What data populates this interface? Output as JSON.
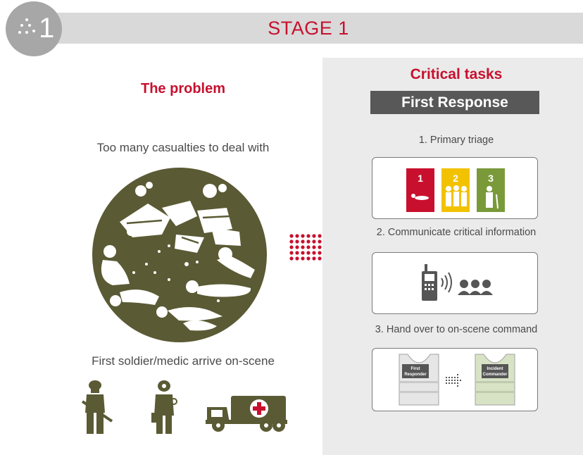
{
  "header": {
    "stage_number": "1",
    "stage_title": "STAGE 1"
  },
  "problem": {
    "title": "The problem",
    "description": "Too many casualties to deal with",
    "arrival_text": "First soldier/medic arrive on-scene"
  },
  "tasks": {
    "title": "Critical tasks",
    "banner": "First Response",
    "steps": [
      {
        "label": "1. Primary triage"
      },
      {
        "label": "2. Communicate critical information"
      },
      {
        "label": "3. Hand over to on-scene command"
      }
    ],
    "triage_cards": [
      {
        "number": "1",
        "color": "#c8102e"
      },
      {
        "number": "2",
        "color": "#f2c200"
      },
      {
        "number": "3",
        "color": "#7a9a3a"
      }
    ],
    "vests": [
      {
        "line1": "First",
        "line2": "Responder",
        "color": "#e6e6e6"
      },
      {
        "line1": "Incident",
        "line2": "Commander",
        "color": "#d8e3c6"
      }
    ]
  },
  "colors": {
    "accent_red": "#c8102e",
    "olive": "#5a5a34",
    "panel_bg": "#ebebeb",
    "header_bg": "#d9d9d9",
    "badge_bg": "#a7a7a7"
  }
}
